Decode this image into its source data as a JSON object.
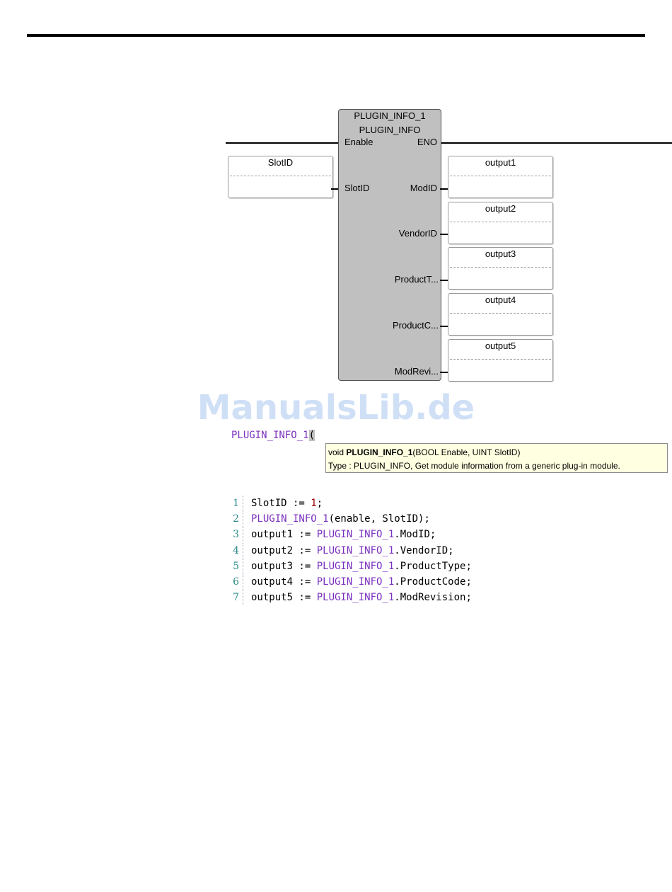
{
  "function_block": {
    "instance_name": "PLUGIN_INFO_1",
    "type_name": "PLUGIN_INFO",
    "inputs": {
      "enable": "Enable",
      "slot_id": "SlotID"
    },
    "outputs": {
      "eno": "ENO",
      "mod_id": "ModID",
      "vendor_id": "VendorID",
      "product_type": "ProductT...",
      "product_code": "ProductC...",
      "mod_revision": "ModRevi..."
    }
  },
  "input_variable": {
    "name": "SlotID"
  },
  "output_variables": [
    "output1",
    "output2",
    "output3",
    "output4",
    "output5"
  ],
  "watermark": "ManualsLib.de",
  "call_hint": {
    "typed_text": "PLUGIN_INFO_1",
    "caret_char": "(",
    "tooltip": {
      "prefix": "void ",
      "name": "PLUGIN_INFO_1",
      "signature": "(BOOL Enable, UINT SlotID)",
      "description": "Type : PLUGIN_INFO, Get module information from a generic plug-in module."
    }
  },
  "code": {
    "lines": [
      {
        "n": "1",
        "pre": "SlotID := ",
        "fn": "",
        "post": "",
        "num": "1",
        "end": ";"
      },
      {
        "n": "2",
        "pre": "",
        "fn": "PLUGIN_INFO_1",
        "post": "(enable, SlotID);",
        "num": "",
        "end": ""
      },
      {
        "n": "3",
        "pre": "output1 := ",
        "fn": "PLUGIN_INFO_1",
        "post": ".ModID;",
        "num": "",
        "end": ""
      },
      {
        "n": "4",
        "pre": "output2 := ",
        "fn": "PLUGIN_INFO_1",
        "post": ".VendorID;",
        "num": "",
        "end": ""
      },
      {
        "n": "5",
        "pre": "output3 := ",
        "fn": "PLUGIN_INFO_1",
        "post": ".ProductType;",
        "num": "",
        "end": ""
      },
      {
        "n": "6",
        "pre": "output4 := ",
        "fn": "PLUGIN_INFO_1",
        "post": ".ProductCode;",
        "num": "",
        "end": ""
      },
      {
        "n": "7",
        "pre": "output5 := ",
        "fn": "PLUGIN_INFO_1",
        "post": ".ModRevision;",
        "num": "",
        "end": ""
      }
    ]
  },
  "colors": {
    "block_fill": "#c0c0c0",
    "tooltip_bg": "#ffffe1",
    "function_name": "#7a2fbf",
    "line_number": "#2b8a8a",
    "number_literal": "#a00000",
    "watermark": "#cfe0f6"
  }
}
